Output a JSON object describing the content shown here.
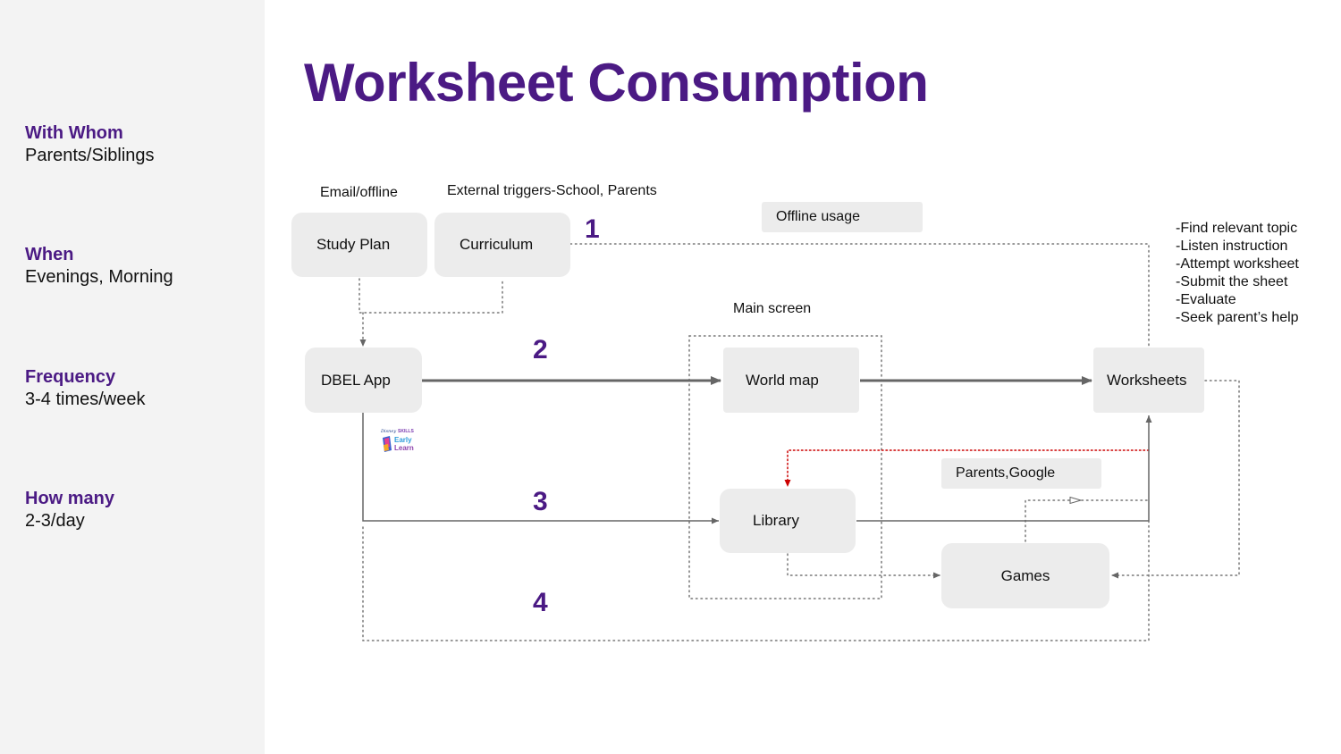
{
  "title": "Worksheet Consumption",
  "sidebar": {
    "items": [
      {
        "label": "With Whom",
        "value": "Parents/Siblings"
      },
      {
        "label": "When",
        "value": "Evenings, Morning"
      },
      {
        "label": "Frequency",
        "value": "3-4 times/week"
      },
      {
        "label": "How many",
        "value": "2-3/day"
      }
    ]
  },
  "diagram": {
    "captions": {
      "email_offline": "Email/offline",
      "external_triggers": "External triggers-School, Parents",
      "main_screen": "Main screen"
    },
    "tags": {
      "offline_usage": "Offline usage",
      "parents_google": "Parents,Google"
    },
    "nodes": {
      "study_plan": "Study Plan",
      "curriculum": "Curriculum",
      "dbel_app": "DBEL App",
      "world_map": "World map",
      "worksheets": "Worksheets",
      "library": "Library",
      "games": "Games"
    },
    "path_numbers": [
      "1",
      "2",
      "3",
      "4"
    ],
    "worksheet_tasks": [
      "-Find relevant topic",
      "-Listen instruction",
      "-Attempt worksheet",
      "-Submit the sheet",
      "-Evaluate",
      "-Seek parent’s help"
    ],
    "logo_text": [
      "Disney",
      "SKILLS",
      "Early",
      "Learn"
    ]
  },
  "colors": {
    "accent": "#4b1a84",
    "box": "#ececec",
    "sidebar": "#f3f3f3",
    "red_link": "#cc0000",
    "line": "#666666"
  }
}
